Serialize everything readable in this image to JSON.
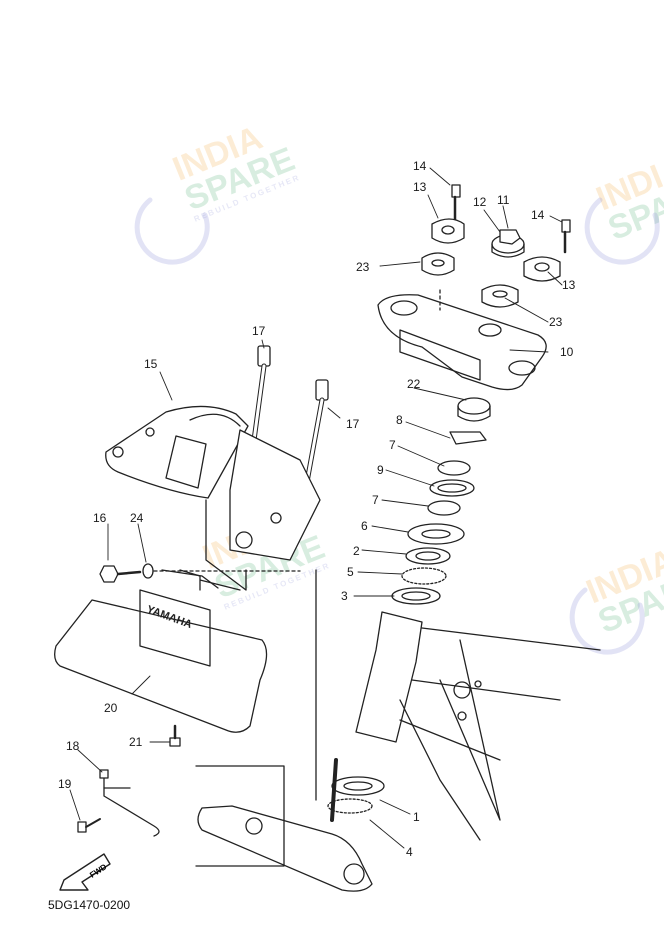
{
  "diagram": {
    "catalog_code": "5DG1470-0200",
    "fwd_label": "FWD",
    "emblem_text": "YAMAHA",
    "watermark": {
      "line1": "INDIA",
      "line2": "SPARE",
      "tagline": "REBUILD TOGETHER"
    },
    "callouts": [
      {
        "id": "c14a",
        "text": "14"
      },
      {
        "id": "c13a",
        "text": "13"
      },
      {
        "id": "c12",
        "text": "12"
      },
      {
        "id": "c11",
        "text": "11"
      },
      {
        "id": "c14b",
        "text": "14"
      },
      {
        "id": "c23a",
        "text": "23"
      },
      {
        "id": "c13b",
        "text": "13"
      },
      {
        "id": "c23b",
        "text": "23"
      },
      {
        "id": "c10",
        "text": "10"
      },
      {
        "id": "c17a",
        "text": "17"
      },
      {
        "id": "c15",
        "text": "15"
      },
      {
        "id": "c22",
        "text": "22"
      },
      {
        "id": "c17b",
        "text": "17"
      },
      {
        "id": "c8",
        "text": "8"
      },
      {
        "id": "c7a",
        "text": "7"
      },
      {
        "id": "c9",
        "text": "9"
      },
      {
        "id": "c7b",
        "text": "7"
      },
      {
        "id": "c16",
        "text": "16"
      },
      {
        "id": "c24",
        "text": "24"
      },
      {
        "id": "c6",
        "text": "6"
      },
      {
        "id": "c2",
        "text": "2"
      },
      {
        "id": "c5",
        "text": "5"
      },
      {
        "id": "c3",
        "text": "3"
      },
      {
        "id": "c20",
        "text": "20"
      },
      {
        "id": "c21",
        "text": "21"
      },
      {
        "id": "c18",
        "text": "18"
      },
      {
        "id": "c19",
        "text": "19"
      },
      {
        "id": "c1",
        "text": "1"
      },
      {
        "id": "c4",
        "text": "4"
      }
    ]
  }
}
